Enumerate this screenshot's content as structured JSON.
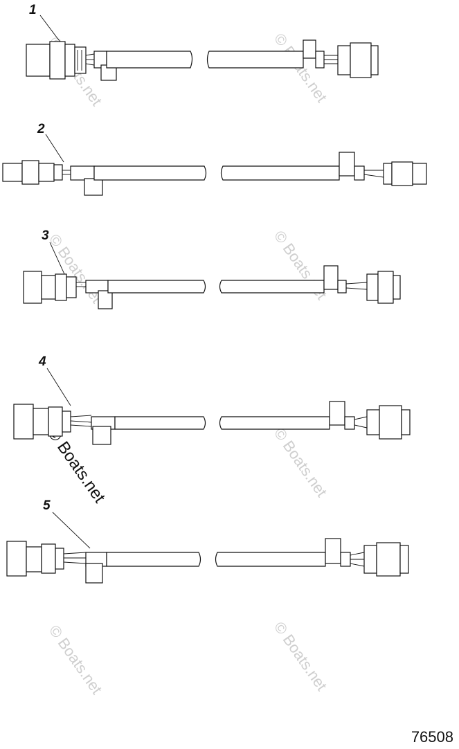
{
  "callouts": [
    "1",
    "2",
    "3",
    "4",
    "5"
  ],
  "figure_number": "76508",
  "watermark": "© Boats.net"
}
